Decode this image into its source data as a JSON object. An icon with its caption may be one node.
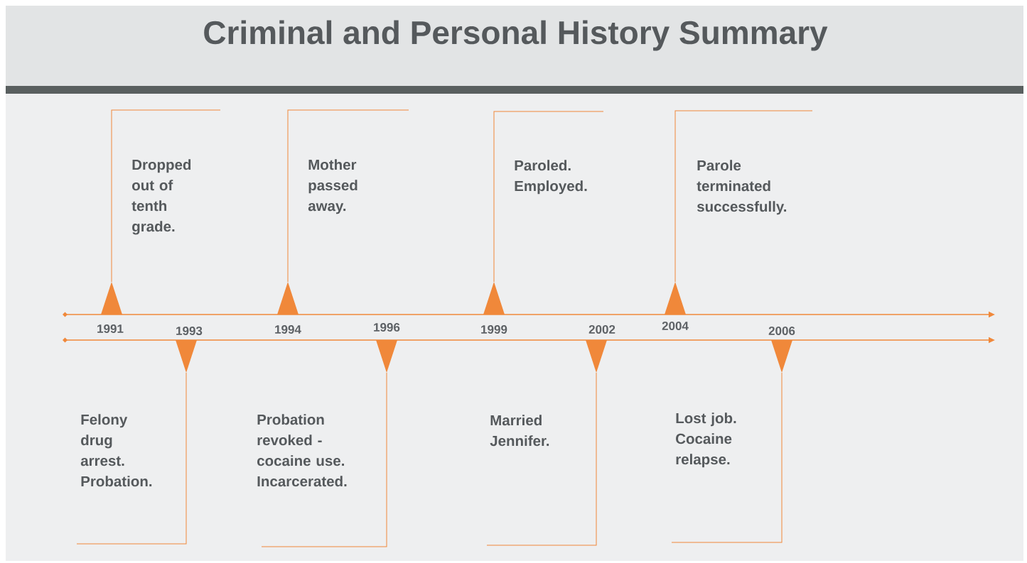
{
  "diagram": {
    "title": "Criminal and Personal History Summary",
    "nodes": [
      {
        "text": [
          "Dropped out of tenth grade."
        ]
      },
      {
        "text": [
          "Felony drug arrest. Probation."
        ]
      },
      {
        "text": [
          "Mother passed away."
        ]
      },
      {
        "text": [
          "Probation revoked - cocaine use. Incarcerated."
        ]
      },
      {
        "text": [
          "Paroled. Employed."
        ]
      },
      {
        "text": [
          "Married Jennifer."
        ]
      },
      {
        "text": [
          "Parole terminated successfully."
        ]
      },
      {
        "text": [
          "Lost job. Cocaine relapse."
        ]
      }
    ],
    "labels": [
      "1991",
      "1993",
      "1994",
      "1996",
      "1999",
      "2002",
      "2004",
      "2006"
    ]
  }
}
